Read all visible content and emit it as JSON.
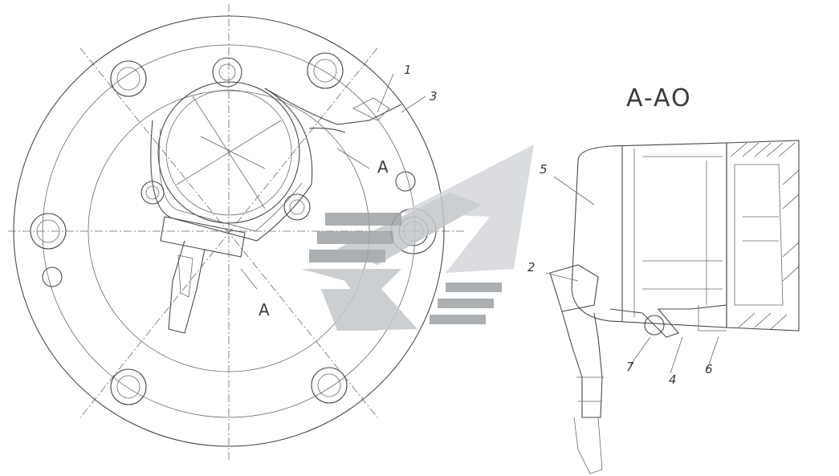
{
  "section_title": "A-AO",
  "view_marks": {
    "a_bottom": "A",
    "a_right": "A"
  },
  "callouts": {
    "c1": "1",
    "c3": "3",
    "c2": "2",
    "c5": "5",
    "c7": "7",
    "c4": "4",
    "c6": "6"
  },
  "watermark": {
    "shape": "chevron-logo",
    "colors": [
      "#9ea2a5",
      "#c4c7ca",
      "#d4d7da"
    ]
  }
}
